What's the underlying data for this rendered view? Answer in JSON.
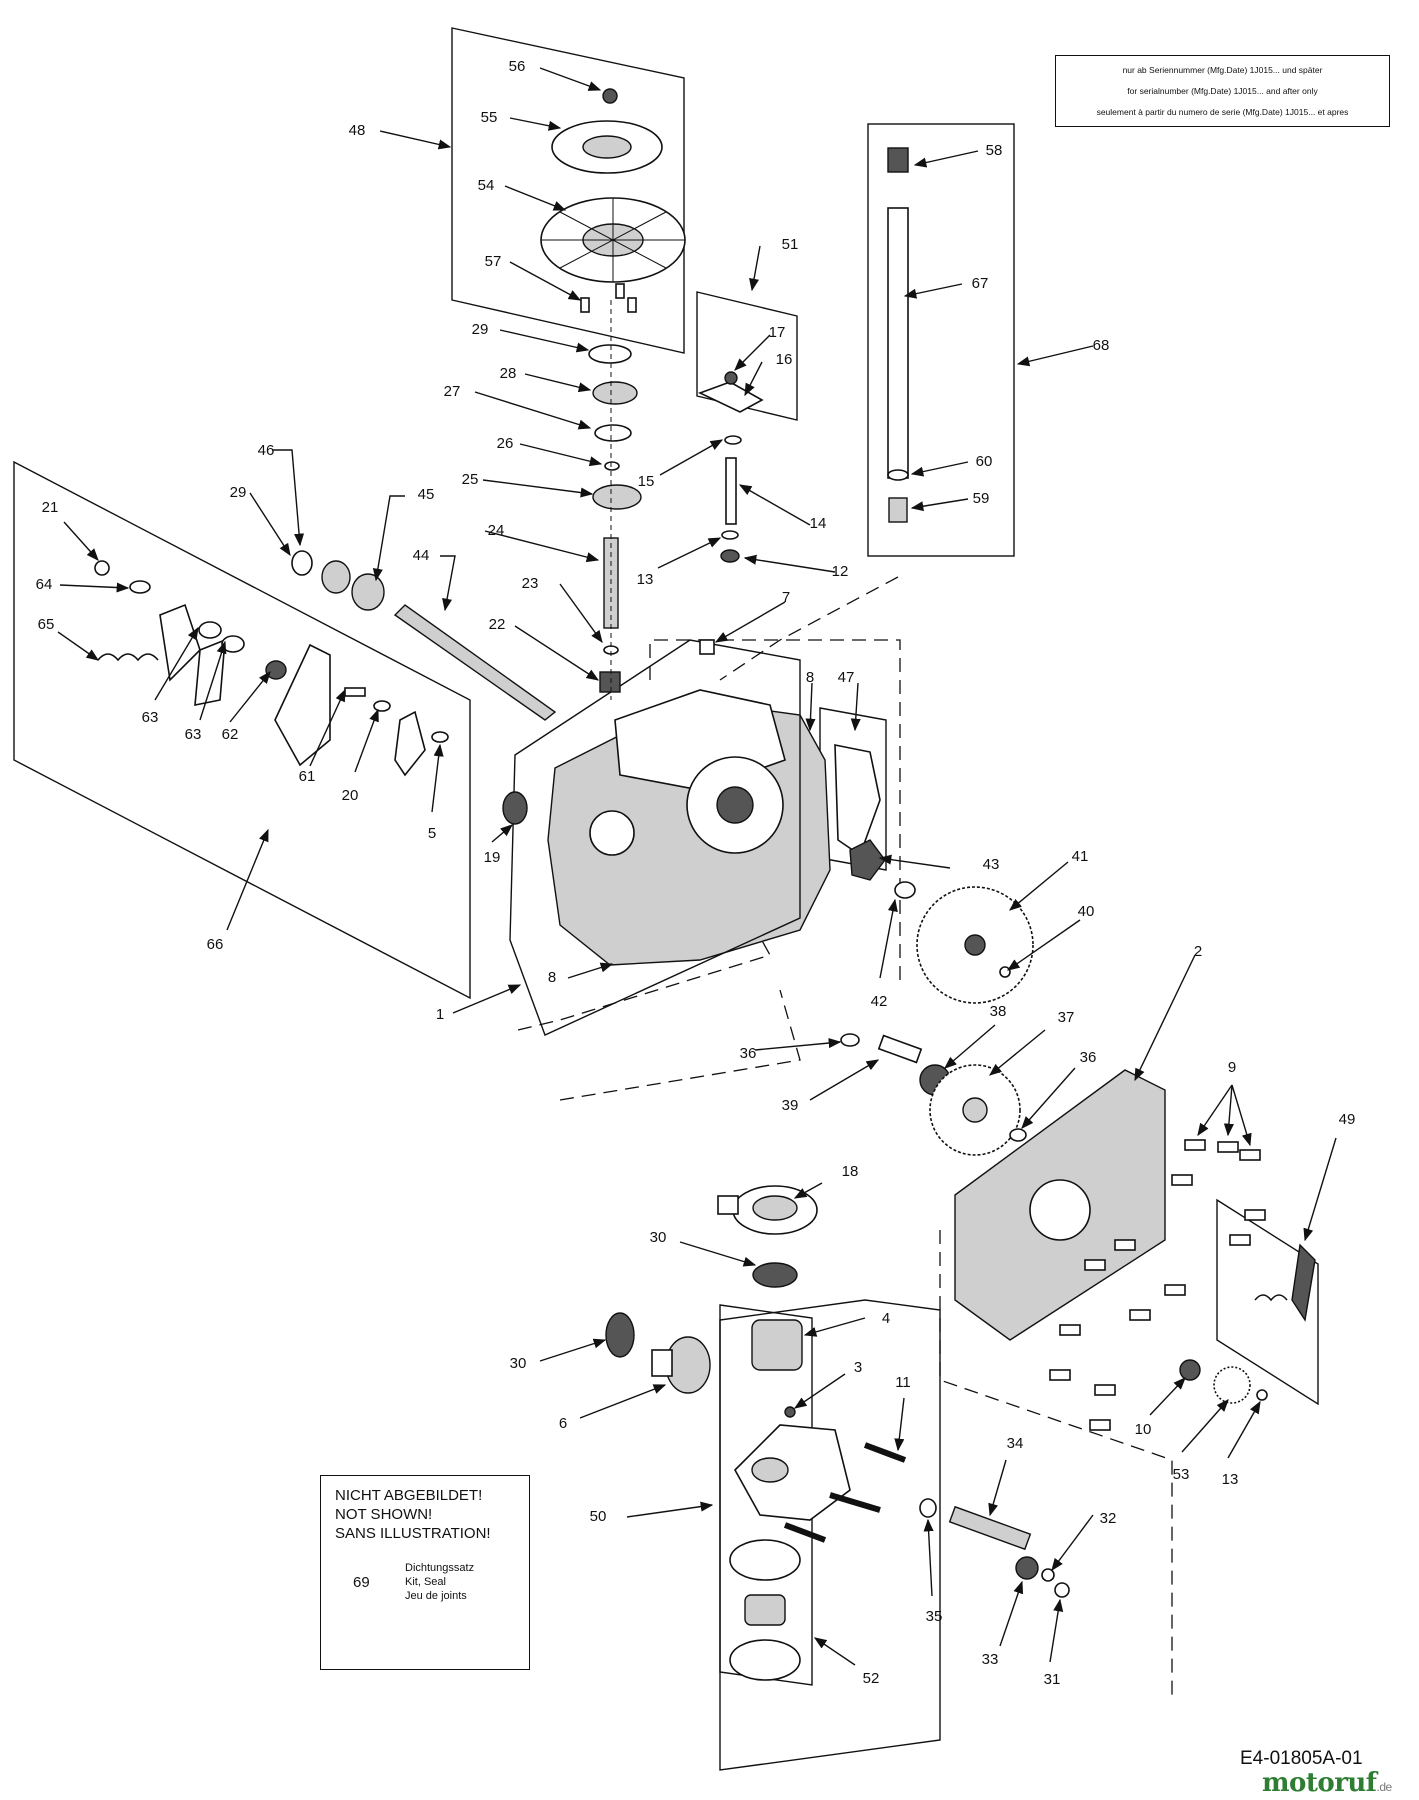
{
  "serial_note": {
    "line_de": "nur ab Seriennummer (Mfg.Date) 1J015... und später",
    "line_en": "for serialnumber (Mfg.Date) 1J015... and after only",
    "line_fr": "seulement à partir du numero de serie (Mfg.Date) 1J015... et apres"
  },
  "not_shown": {
    "heading_de": "NICHT ABGEBILDET!",
    "heading_en": "NOT SHOWN!",
    "heading_fr": "SANS ILLUSTRATION!",
    "item_number": "69",
    "item_desc_de": "Dichtungssatz",
    "item_desc_en": "Kit, Seal",
    "item_desc_fr": "Jeu de joints"
  },
  "part_numbers": [
    "1",
    "2",
    "3",
    "4",
    "5",
    "6",
    "7",
    "8",
    "8",
    "9",
    "10",
    "11",
    "12",
    "13",
    "13",
    "14",
    "15",
    "16",
    "17",
    "18",
    "19",
    "20",
    "21",
    "22",
    "23",
    "24",
    "25",
    "26",
    "27",
    "28",
    "29",
    "29",
    "30",
    "30",
    "31",
    "32",
    "33",
    "34",
    "35",
    "36",
    "36",
    "37",
    "38",
    "39",
    "40",
    "41",
    "42",
    "43",
    "44",
    "45",
    "46",
    "47",
    "48",
    "49",
    "50",
    "51",
    "52",
    "53",
    "54",
    "55",
    "56",
    "57",
    "58",
    "59",
    "60",
    "61",
    "62",
    "63",
    "63",
    "64",
    "65",
    "66",
    "67",
    "68"
  ],
  "drawing_id": "E4-01805A-01",
  "brand": {
    "name": "motoruf",
    "suffix": ".de",
    "color": "#2e7d32"
  }
}
